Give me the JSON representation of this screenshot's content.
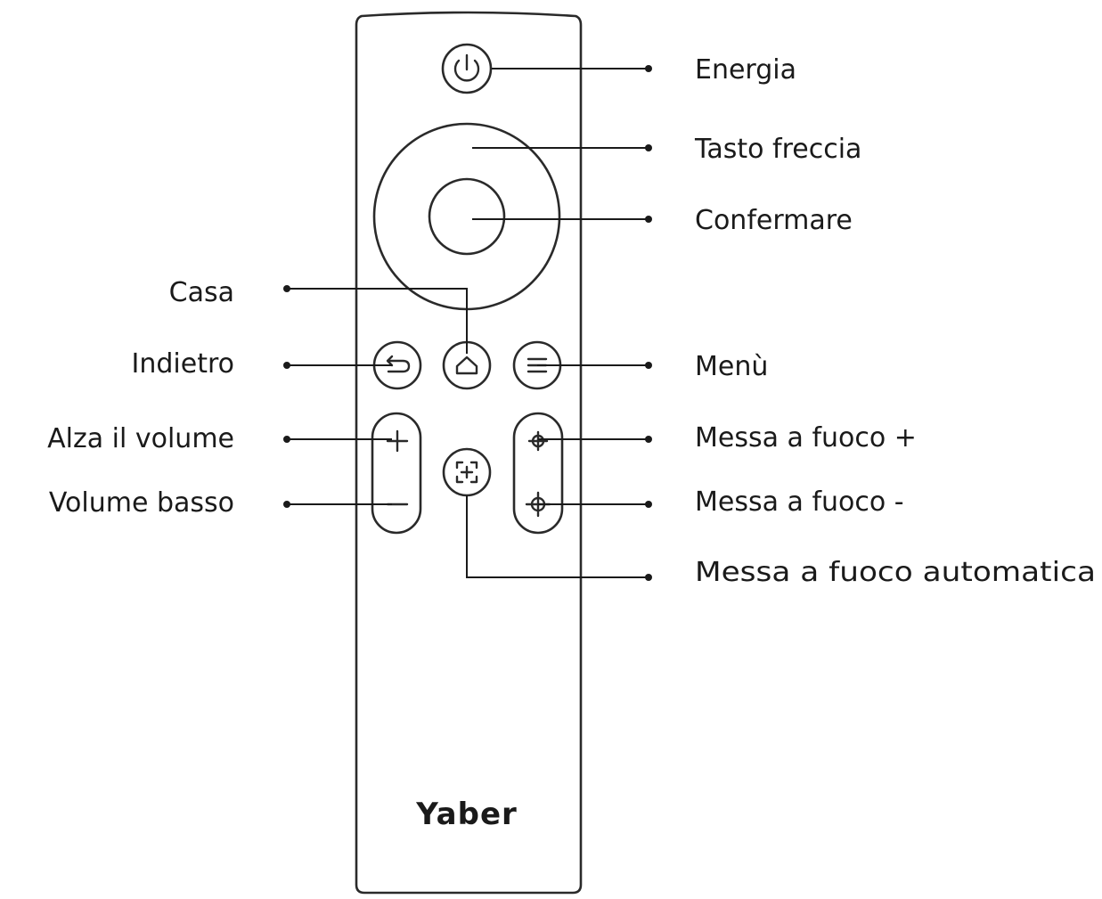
{
  "brand": "Yaber",
  "labels": {
    "power": "Energia",
    "arrow_keys": "Tasto freccia",
    "confirm": "Confermare",
    "home": "Casa",
    "back": "Indietro",
    "menu": "Menù",
    "volume_up": "Alza il volume",
    "volume_down": "Volume basso",
    "focus_plus": "Messa a fuoco +",
    "focus_minus": "Messa a fuoco -",
    "auto_focus": "Messa a fuoco automatica"
  },
  "colors": {
    "stroke": "#2a2a2a",
    "text": "#1a1a1a",
    "background": "#ffffff"
  }
}
